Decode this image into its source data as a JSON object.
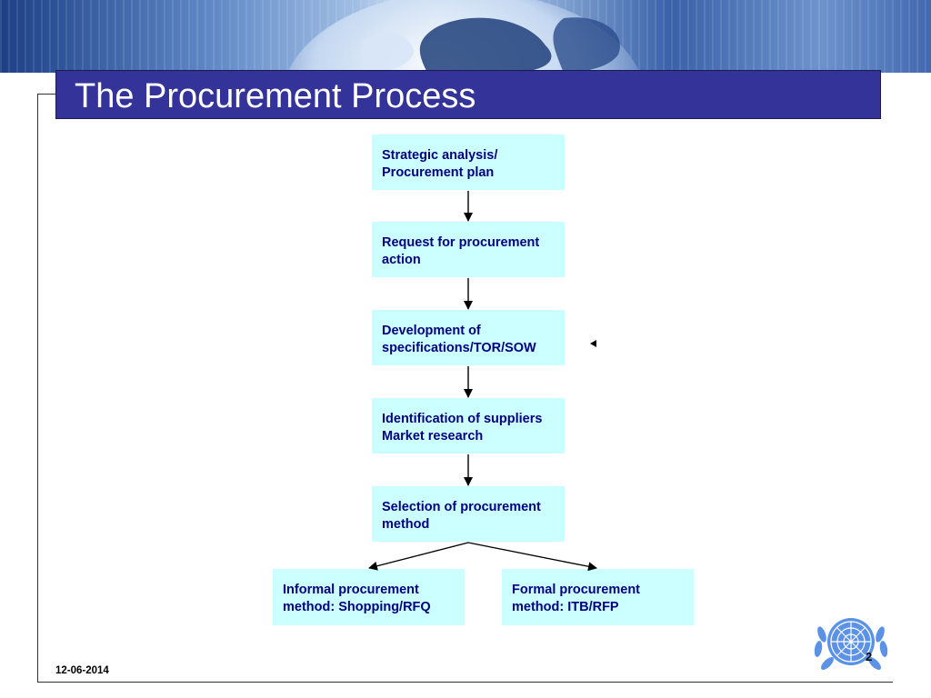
{
  "slide": {
    "title": "The Procurement Process",
    "date": "12-06-2014",
    "page_number": "2"
  },
  "flow": {
    "steps": [
      {
        "line1": "Strategic analysis/",
        "line2": "Procurement plan"
      },
      {
        "line1": "Request for procurement",
        "line2": "action"
      },
      {
        "line1": "Development of",
        "line2": "specifications/TOR/SOW"
      },
      {
        "line1": "Identification of suppliers",
        "line2": "Market research"
      },
      {
        "line1": "Selection of procurement",
        "line2": "method"
      }
    ],
    "branches": [
      {
        "line1": "Informal procurement",
        "line2": "method: Shopping/RFQ"
      },
      {
        "line1": "Formal procurement",
        "line2": "method: ITB/RFP"
      }
    ]
  },
  "colors": {
    "title_bar": "#333399",
    "box_fill": "#ccffff",
    "box_text": "#000080"
  },
  "icons": {
    "banner": "globe-banner",
    "logo": "un-emblem-icon"
  }
}
